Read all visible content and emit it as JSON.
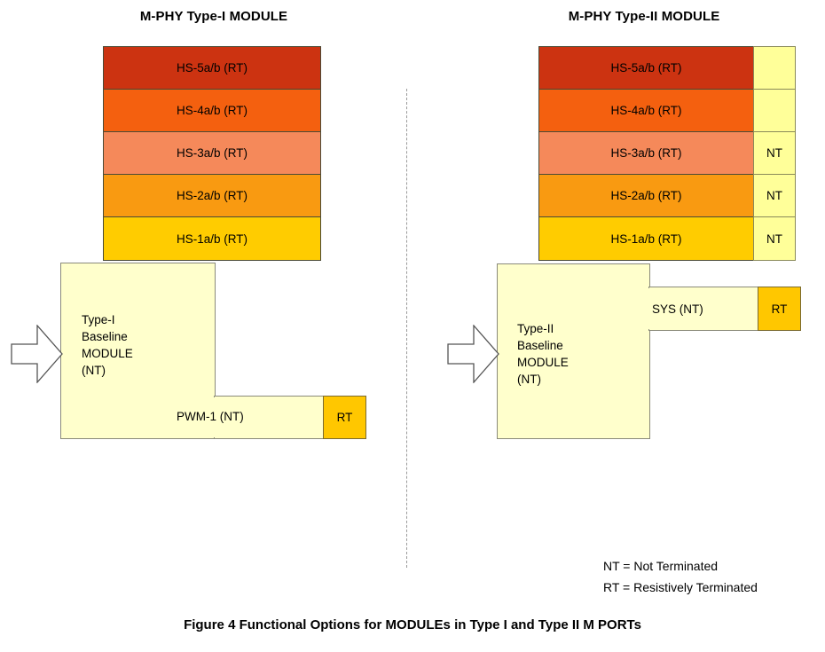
{
  "figure": {
    "caption": "Figure 4 Functional Options for MODULEs in Type I and Type II M PORTs"
  },
  "panels": [
    {
      "id": "type-i",
      "title": "M-PHY Type-I MODULE",
      "lanes": [
        {
          "label": "HS-5a/b (RT)",
          "color": "#cc3311",
          "side": ""
        },
        {
          "label": "HS-4a/b (RT)",
          "color": "#f4600f",
          "side": ""
        },
        {
          "label": "HS-3a/b (RT)",
          "color": "#f5895a",
          "side": ""
        },
        {
          "label": "HS-2a/b (RT)",
          "color": "#f99a11",
          "side": ""
        },
        {
          "label": "HS-1a/b (RT)",
          "color": "#ffcc00",
          "side": ""
        }
      ],
      "module_label": "Type-I\nBaseline\nMODULE\n(NT)",
      "arm_label": "PWM-1 (NT)",
      "arm_terminator": "RT",
      "arm_position": "bottom"
    },
    {
      "id": "type-ii",
      "title": "M-PHY Type-II MODULE",
      "lanes": [
        {
          "label": "HS-5a/b (RT)",
          "color": "#cc3311",
          "side": ""
        },
        {
          "label": "HS-4a/b (RT)",
          "color": "#f4600f",
          "side": ""
        },
        {
          "label": "HS-3a/b (RT)",
          "color": "#f5895a",
          "side": "NT"
        },
        {
          "label": "HS-2a/b (RT)",
          "color": "#f99a11",
          "side": "NT"
        },
        {
          "label": "HS-1a/b (RT)",
          "color": "#ffcc00",
          "side": "NT"
        }
      ],
      "module_label": "Type-II\nBaseline\nMODULE\n(NT)",
      "arm_label": "SYS (NT)",
      "arm_terminator": "RT",
      "arm_position": "top"
    }
  ],
  "legend": {
    "lines": [
      "NT = Not Terminated",
      "RT = Resistively Terminated"
    ]
  },
  "colors": {
    "module_fill": "#ffffcc",
    "nt_fill": "#ffff99",
    "rt_fill": "#ffc700",
    "divider": "#9a9a9a"
  }
}
